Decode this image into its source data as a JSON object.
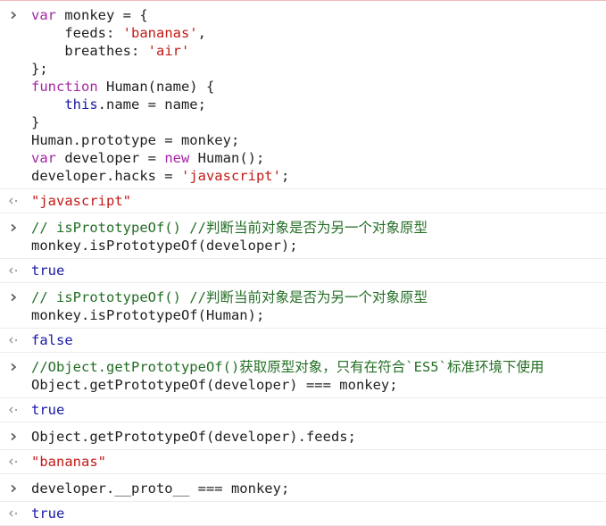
{
  "colors": {
    "keyword": "#a626a4",
    "string": "#c41a16",
    "comment": "#236e25",
    "boolean": "#1a1aa6",
    "plain": "#222222"
  },
  "icons": {
    "input": "chevron-right-icon",
    "output": "return-arrow-left-icon"
  },
  "entries": [
    {
      "kind": "input",
      "lines": [
        [
          {
            "t": "kw",
            "v": "var"
          },
          {
            "t": "tk",
            "v": " monkey = {"
          }
        ],
        [
          {
            "t": "tk",
            "v": "    feeds: "
          },
          {
            "t": "str",
            "v": "'bananas'"
          },
          {
            "t": "tk",
            "v": ","
          }
        ],
        [
          {
            "t": "tk",
            "v": "    breathes: "
          },
          {
            "t": "str",
            "v": "'air'"
          }
        ],
        [
          {
            "t": "tk",
            "v": "};"
          }
        ],
        [
          {
            "t": "kw",
            "v": "function"
          },
          {
            "t": "tk",
            "v": " Human(name) {"
          }
        ],
        [
          {
            "t": "tk",
            "v": "    "
          },
          {
            "t": "this",
            "v": "this"
          },
          {
            "t": "tk",
            "v": ".name = name;"
          }
        ],
        [
          {
            "t": "tk",
            "v": "}"
          }
        ],
        [
          {
            "t": "tk",
            "v": "Human.prototype = monkey;"
          }
        ],
        [
          {
            "t": "kw",
            "v": "var"
          },
          {
            "t": "tk",
            "v": " developer = "
          },
          {
            "t": "kw",
            "v": "new"
          },
          {
            "t": "tk",
            "v": " Human();"
          }
        ],
        [
          {
            "t": "tk",
            "v": "developer.hacks = "
          },
          {
            "t": "str",
            "v": "'javascript'"
          },
          {
            "t": "tk",
            "v": ";"
          }
        ]
      ]
    },
    {
      "kind": "output",
      "type": "string",
      "text": "\"javascript\""
    },
    {
      "kind": "input",
      "lines": [
        [
          {
            "t": "cm",
            "v": "// isPrototypeOf() //判断当前对象是否为另一个对象原型"
          }
        ],
        [
          {
            "t": "tk",
            "v": "monkey.isPrototypeOf(developer);"
          }
        ]
      ]
    },
    {
      "kind": "output",
      "type": "boolean",
      "text": "true"
    },
    {
      "kind": "input",
      "lines": [
        [
          {
            "t": "cm",
            "v": "// isPrototypeOf() //判断当前对象是否为另一个对象原型"
          }
        ],
        [
          {
            "t": "tk",
            "v": "monkey.isPrototypeOf(Human);"
          }
        ]
      ]
    },
    {
      "kind": "output",
      "type": "boolean",
      "text": "false"
    },
    {
      "kind": "input",
      "lines": [
        [
          {
            "t": "cm",
            "v": "//Object.getPrototypeOf()获取原型对象，只有在符合`ES5`标准环境下使用"
          }
        ],
        [
          {
            "t": "tk",
            "v": "Object.getPrototypeOf(developer) === monkey;"
          }
        ]
      ]
    },
    {
      "kind": "output",
      "type": "boolean",
      "text": "true"
    },
    {
      "kind": "input",
      "lines": [
        [
          {
            "t": "tk",
            "v": "Object.getPrototypeOf(developer).feeds;"
          }
        ]
      ]
    },
    {
      "kind": "output",
      "type": "string",
      "text": "\"bananas\""
    },
    {
      "kind": "input",
      "lines": [
        [
          {
            "t": "tk",
            "v": "developer.__proto__ === monkey;"
          }
        ]
      ]
    },
    {
      "kind": "output",
      "type": "boolean",
      "text": "true"
    }
  ]
}
